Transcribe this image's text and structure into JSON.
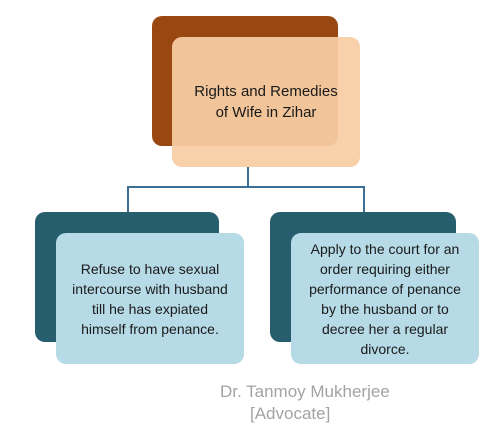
{
  "diagram": {
    "root": {
      "label": "Rights and Remedies of Wife in Zihar",
      "back_color": "#9a4812",
      "front_color": "#f7cda4"
    },
    "children": [
      {
        "label": "Refuse to have sexual intercourse with husband till he has expiated himself from penance.",
        "back_color": "#265e6e",
        "front_color": "#b6dae6"
      },
      {
        "label": "Apply to the court for an order requiring either performance of penance by the husband or to decree her a regular divorce.",
        "back_color": "#265e6e",
        "front_color": "#b6dae6"
      }
    ],
    "connector_color": "#3d6e94"
  },
  "author": {
    "name": "Dr. Tanmoy Mukherjee",
    "title": "[Advocate]"
  }
}
